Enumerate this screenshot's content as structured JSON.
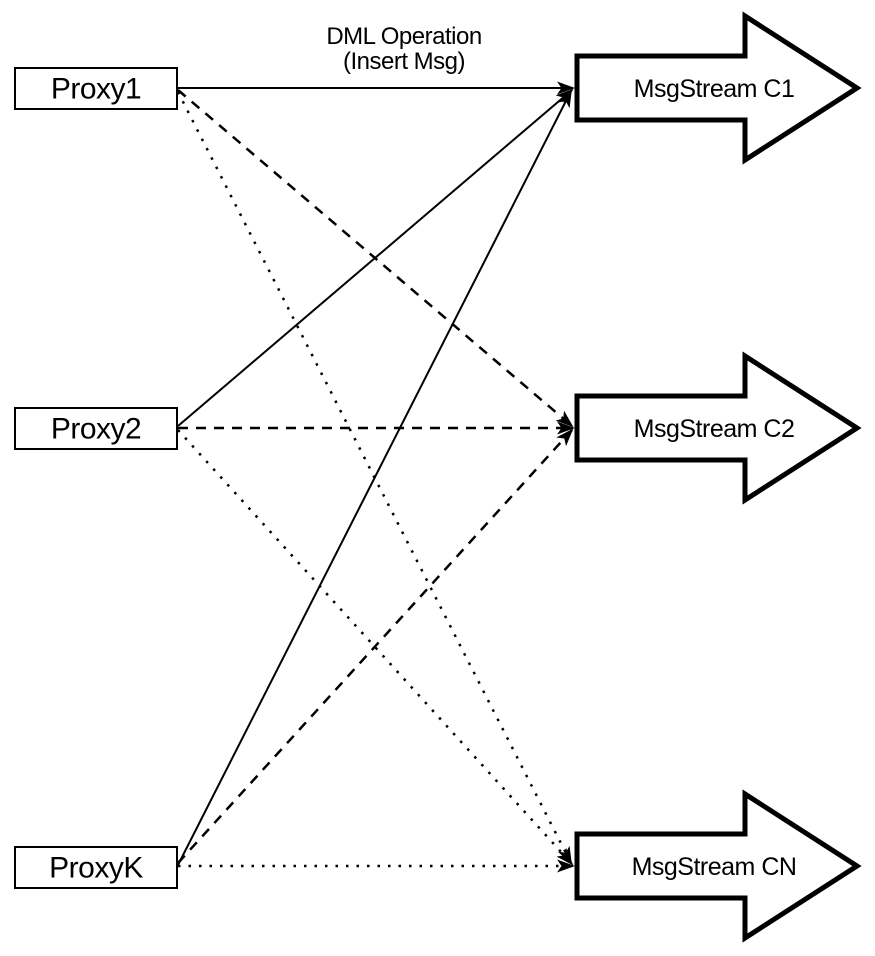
{
  "diagram": {
    "edge_label": {
      "line1": "DML Operation",
      "line2": "(Insert Msg)"
    },
    "proxies": [
      {
        "label": "Proxy1"
      },
      {
        "label": "Proxy2"
      },
      {
        "label": "ProxyK"
      }
    ],
    "streams": [
      {
        "label": "MsgStream C1"
      },
      {
        "label": "MsgStream C2"
      },
      {
        "label": "MsgStream CN"
      }
    ],
    "edges": [
      {
        "from": "Proxy1",
        "to": "MsgStream C1",
        "style": "solid",
        "label": "DML Operation (Insert Msg)"
      },
      {
        "from": "Proxy1",
        "to": "MsgStream C2",
        "style": "dashed",
        "label": ""
      },
      {
        "from": "Proxy1",
        "to": "MsgStream CN",
        "style": "dotted",
        "label": ""
      },
      {
        "from": "Proxy2",
        "to": "MsgStream C1",
        "style": "solid",
        "label": ""
      },
      {
        "from": "Proxy2",
        "to": "MsgStream C2",
        "style": "dashed",
        "label": ""
      },
      {
        "from": "Proxy2",
        "to": "MsgStream CN",
        "style": "dotted",
        "label": ""
      },
      {
        "from": "ProxyK",
        "to": "MsgStream C1",
        "style": "solid",
        "label": ""
      },
      {
        "from": "ProxyK",
        "to": "MsgStream C2",
        "style": "dashed",
        "label": ""
      },
      {
        "from": "ProxyK",
        "to": "MsgStream CN",
        "style": "dotted",
        "label": ""
      }
    ],
    "colors": {
      "stroke": "#000000",
      "fill": "#ffffff",
      "background": "#ffffff"
    }
  }
}
